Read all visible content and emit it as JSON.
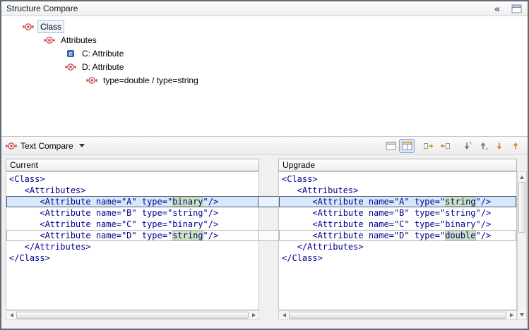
{
  "structure_compare": {
    "title": "Structure Compare",
    "toolbar": [
      {
        "name": "collapse-all"
      },
      {
        "name": "restore-pane"
      }
    ],
    "tree": [
      {
        "label": "Class",
        "level": 0,
        "icon": "change",
        "focused": true
      },
      {
        "label": "Attributes",
        "level": 1,
        "icon": "change",
        "focused": false
      },
      {
        "label": "C: Attribute",
        "level": 2,
        "icon": "element",
        "focused": false
      },
      {
        "label": "D: Attribute",
        "level": 2,
        "icon": "change",
        "focused": false
      },
      {
        "label": "type=double / type=string",
        "level": 3,
        "icon": "change",
        "focused": false
      }
    ]
  },
  "text_compare": {
    "title": "Text Compare",
    "toolbar": [
      {
        "name": "hide-ancestor-pane",
        "selected": false
      },
      {
        "name": "synchronized-scrolling",
        "selected": true
      },
      {
        "name": "copy-all-left-to-right",
        "selected": false
      },
      {
        "name": "copy-all-right-to-left",
        "selected": false
      },
      {
        "name": "next-difference",
        "selected": false
      },
      {
        "name": "previous-difference",
        "selected": false
      },
      {
        "name": "next-change",
        "selected": false
      },
      {
        "name": "previous-change",
        "selected": false
      }
    ],
    "panes": {
      "left": {
        "title": "Current",
        "lines": [
          {
            "state": "normal",
            "segments": [
              {
                "text": "<Class>"
              }
            ]
          },
          {
            "state": "normal",
            "segments": [
              {
                "text": "   <Attributes>"
              }
            ]
          },
          {
            "state": "selected",
            "segments": [
              {
                "text": "      <Attribute name=\"A\" type=\""
              },
              {
                "text": "binary",
                "hl": true
              },
              {
                "text": "\"/>"
              }
            ]
          },
          {
            "state": "normal",
            "segments": [
              {
                "text": "      <Attribute name=\"B\" type=\"string\"/>"
              }
            ]
          },
          {
            "state": "normal",
            "segments": [
              {
                "text": "      <Attribute name=\"C\" type=\"binary\"/>"
              }
            ]
          },
          {
            "state": "boxed",
            "segments": [
              {
                "text": "      <Attribute name=\"D\" type=\""
              },
              {
                "text": "string",
                "hl": true
              },
              {
                "text": "\"/>"
              }
            ]
          },
          {
            "state": "normal",
            "segments": [
              {
                "text": "   </Attributes>"
              }
            ]
          },
          {
            "state": "normal",
            "segments": [
              {
                "text": "</Class>"
              }
            ]
          }
        ]
      },
      "right": {
        "title": "Upgrade",
        "lines": [
          {
            "state": "normal",
            "segments": [
              {
                "text": "<Class>"
              }
            ]
          },
          {
            "state": "normal",
            "segments": [
              {
                "text": "   <Attributes>"
              }
            ]
          },
          {
            "state": "selected",
            "segments": [
              {
                "text": "      <Attribute name=\"A\" type=\""
              },
              {
                "text": "string",
                "hl": true
              },
              {
                "text": "\"/>"
              }
            ]
          },
          {
            "state": "normal",
            "segments": [
              {
                "text": "      <Attribute name=\"B\" type=\"string\"/>"
              }
            ]
          },
          {
            "state": "normal",
            "segments": [
              {
                "text": "      <Attribute name=\"C\" type=\"binary\"/>"
              }
            ]
          },
          {
            "state": "boxed",
            "segments": [
              {
                "text": "      <Attribute name=\"D\" type=\""
              },
              {
                "text": "double",
                "hl": true
              },
              {
                "text": "\"/>"
              }
            ]
          },
          {
            "state": "normal",
            "segments": [
              {
                "text": "   </Attributes>"
              }
            ]
          },
          {
            "state": "normal",
            "segments": [
              {
                "text": "</Class>"
              }
            ]
          }
        ]
      }
    }
  },
  "colors": {
    "code_text": "#000090",
    "token_highlight_bg": "#cfe2ba",
    "selected_line_bg": "#d9e8f9",
    "selected_line_border": "#44607c",
    "change_icon_red": "#c8373e",
    "element_icon_blue": "#4276be"
  }
}
